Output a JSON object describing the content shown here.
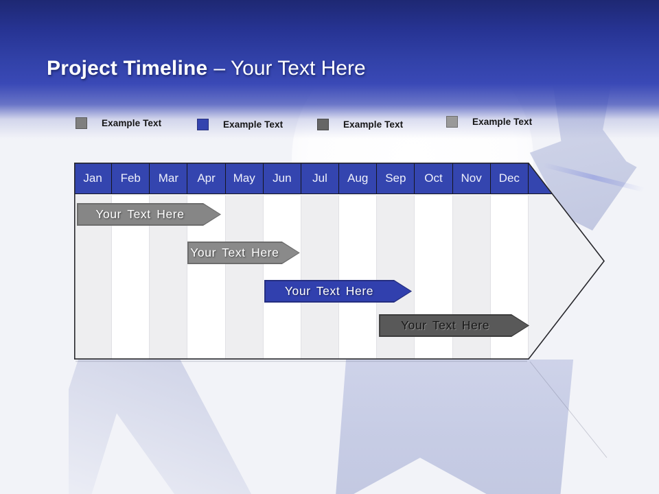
{
  "slide_title": {
    "bold": "Project Timeline",
    "light": "– Your Text Here"
  },
  "legend": {
    "items": [
      {
        "label": "Example Text",
        "color": "#7F7F7F",
        "border": "#595959"
      },
      {
        "label": "Example Text",
        "color": "#3444AF",
        "border": "#27307F"
      },
      {
        "label": "Example Text",
        "color": "#666666",
        "border": "#474747"
      },
      {
        "label": "Example Text",
        "color": "#999999",
        "border": "#6E6E6E"
      }
    ]
  },
  "chart_data": {
    "type": "bar",
    "subtype": "gantt-timeline",
    "title": "Project Timeline – Your Text Here",
    "categories": [
      "Jan",
      "Feb",
      "Mar",
      "Apr",
      "May",
      "Jun",
      "Jul",
      "Aug",
      "Sep",
      "Oct",
      "Nov",
      "Dec"
    ],
    "axis": {
      "position": "top",
      "header_bg": "#3445AF",
      "header_text_color": "#FFFFFF",
      "range_months": [
        0,
        12
      ]
    },
    "grid": true,
    "legend_position": "top",
    "series": [
      {
        "name": "Your Text Here",
        "row": 1,
        "start": 0.07,
        "end": 3.88,
        "color": "#868686",
        "border": "#6C6C6C",
        "text_color": "#FFFFFF"
      },
      {
        "name": "Your Text Here",
        "row": 2,
        "start": 2.99,
        "end": 5.96,
        "color": "#8A8A8A",
        "border": "#6C6C6C",
        "text_color": "#FFFFFF"
      },
      {
        "name": "Your Text Here",
        "row": 3,
        "start": 5.02,
        "end": 8.92,
        "color": "#3140AE",
        "border": "#242D7F",
        "text_color": "#FFFFFF"
      },
      {
        "name": "Your Text Here",
        "row": 4,
        "start": 8.05,
        "end": 12.02,
        "color": "#595959",
        "border": "#3A3A3A",
        "text_color": "#161616"
      }
    ]
  }
}
